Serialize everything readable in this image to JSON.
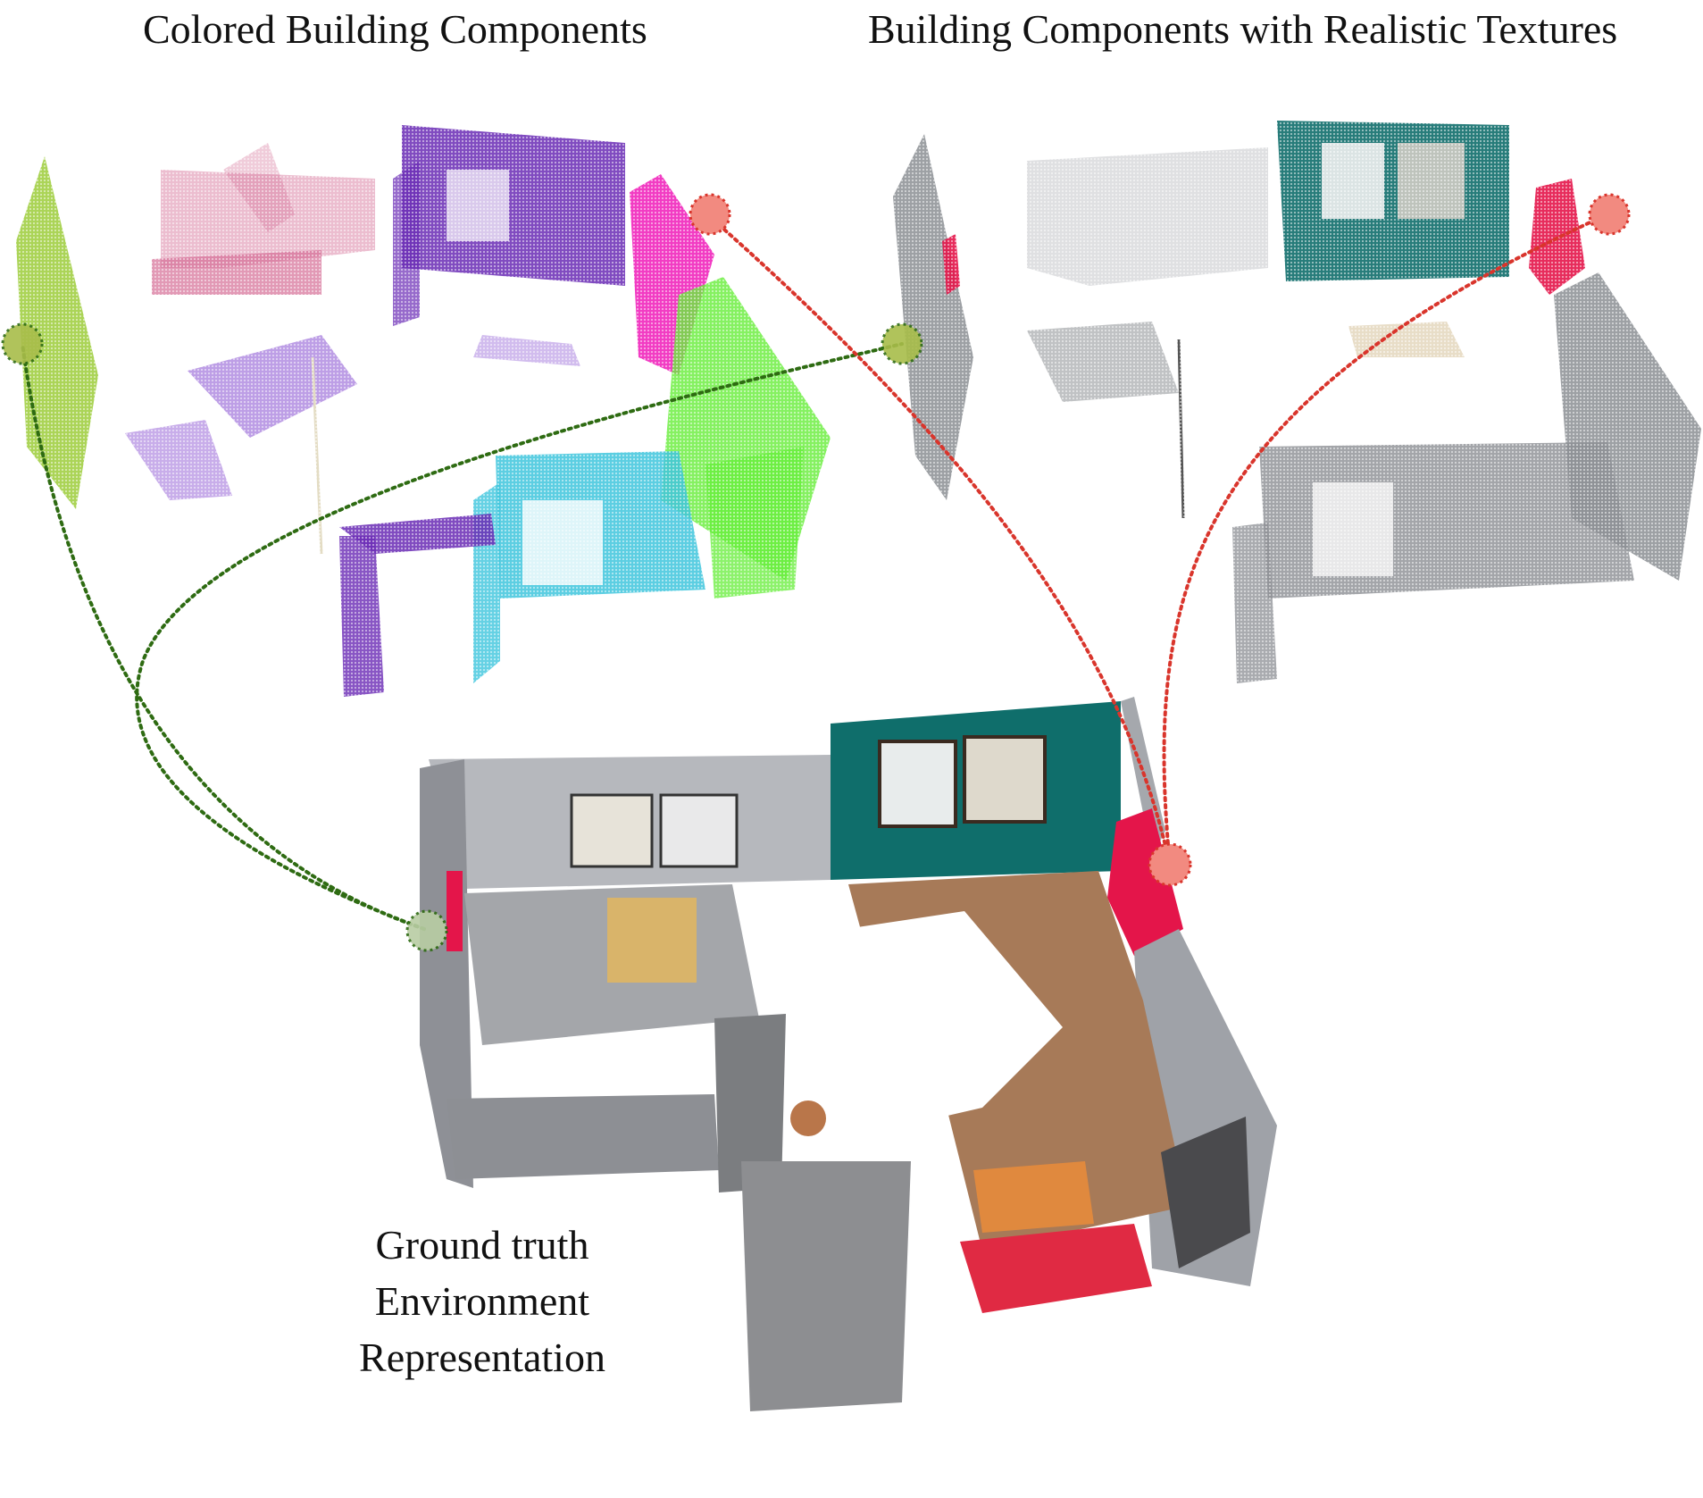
{
  "titles": {
    "left": "Colored Building Components",
    "right": "Building Components with Realistic Textures"
  },
  "caption": {
    "line1": "Ground truth",
    "line2": "Environment",
    "line3": "Representation"
  },
  "colors": {
    "green_link": "#2e6b12",
    "red_link": "#d9352c",
    "green_marker": "#a8bd4a",
    "red_marker": "#f28a80",
    "component_lime": "#9ccc3a",
    "component_pink": "#d56d95",
    "component_purple": "#6a2bb5",
    "component_magenta": "#f01ab8",
    "component_green": "#66ee3a",
    "component_cyan": "#3fc6dd",
    "component_violet": "#9a6ad9",
    "teal_wall": "#0f6e6b",
    "red_wall": "#e4154a",
    "grey_wall": "#8c8f94",
    "floor_wood": "#a77a58"
  }
}
